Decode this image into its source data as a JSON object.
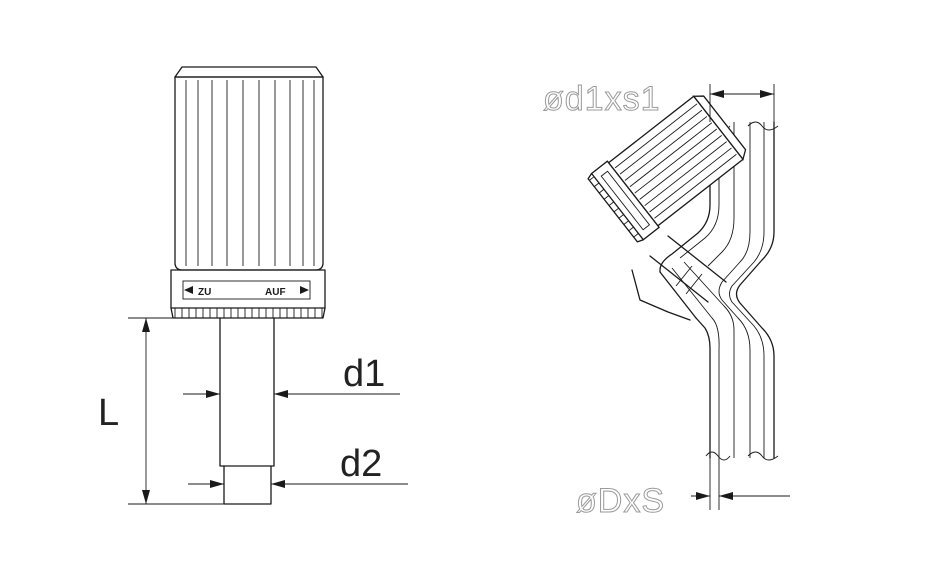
{
  "labels": {
    "length": "L",
    "d1": "d1",
    "d2": "d2",
    "branch_dim": "ød1xs1",
    "main_dim": "øDxS",
    "close": "ZU",
    "open": "AUF"
  }
}
